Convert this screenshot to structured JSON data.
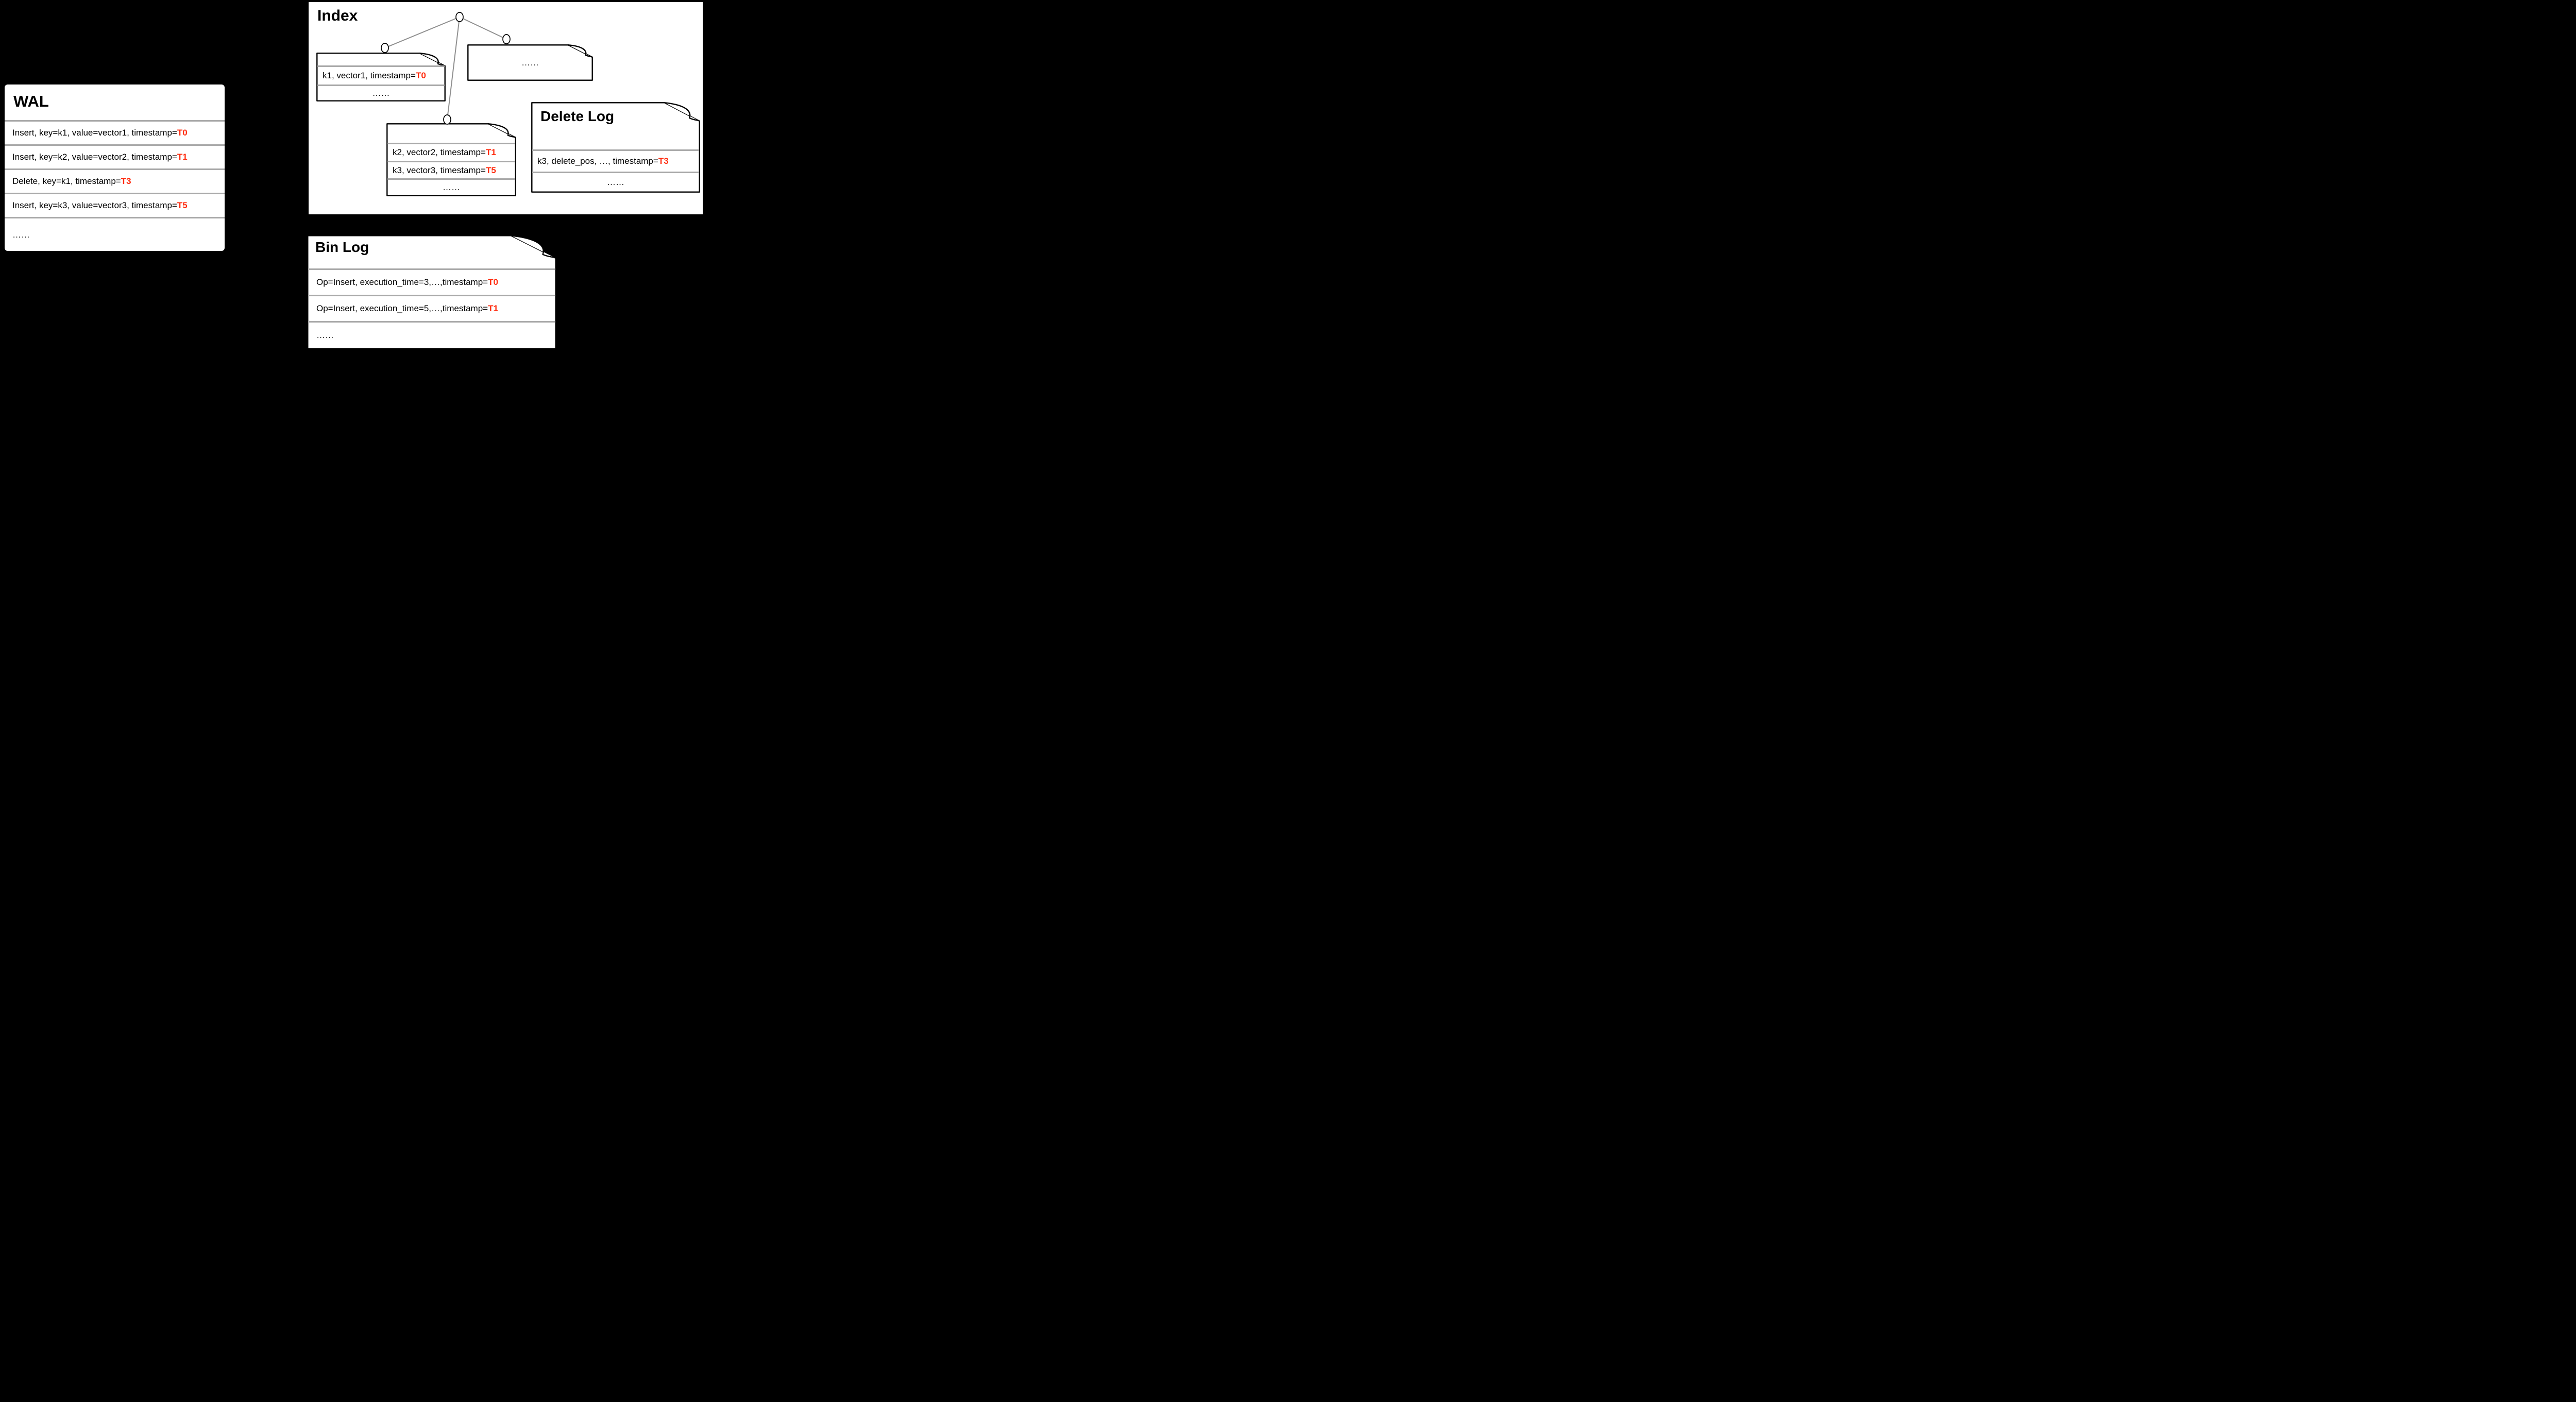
{
  "colors": {
    "background": "#000000",
    "paper": "#ffffff",
    "accent_red": "#ff2b0e",
    "separator_gray": "#a9a9a9",
    "tree_edge_gray": "#8f8f8f",
    "outline_black": "#000000"
  },
  "wal": {
    "title": "WAL",
    "rows": [
      {
        "text": "Insert, key=k1, value=vector1, timestamp=",
        "highlight": "T0"
      },
      {
        "text": "Insert, key=k2, value=vector2, timestamp=",
        "highlight": "T1"
      },
      {
        "text": "Delete, key=k1, timestamp=",
        "highlight": "T3"
      },
      {
        "text": "Insert, key=k3, value=vector3, timestamp=",
        "highlight": "T5"
      },
      {
        "text": "……",
        "highlight": ""
      }
    ]
  },
  "index": {
    "title": "Index",
    "left_doc": {
      "rows": [
        {
          "text": "k1, vector1, timestamp=",
          "highlight": "T0"
        },
        {
          "text": "……",
          "highlight": ""
        }
      ]
    },
    "right_doc": {
      "dots": "……"
    },
    "center_doc": {
      "rows": [
        {
          "text": "k2, vector2, timestamp=",
          "highlight": "T1"
        },
        {
          "text": "k3, vector3, timestamp=",
          "highlight": "T5"
        },
        {
          "text": "……",
          "highlight": ""
        }
      ]
    }
  },
  "delete_log": {
    "title": "Delete Log",
    "rows": [
      {
        "text": "k3, delete_pos, …, timestamp=",
        "highlight": "T3"
      },
      {
        "text": "……",
        "highlight": ""
      }
    ]
  },
  "bin_log": {
    "title": "Bin Log",
    "rows": [
      {
        "text": "Op=Insert, execution_time=3,…,timestamp=",
        "highlight": "T0"
      },
      {
        "text": "Op=Insert, execution_time=5,…,timestamp=",
        "highlight": "T1"
      },
      {
        "text": "……",
        "highlight": ""
      }
    ]
  }
}
